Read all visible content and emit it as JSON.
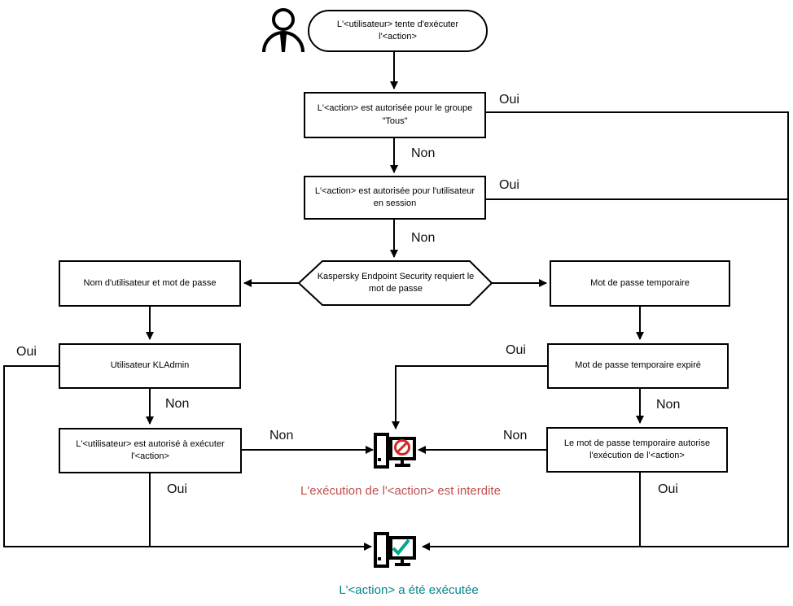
{
  "diagram": {
    "nodes": {
      "start": "L'<utilisateur> tente d'exécuter l'<action>",
      "group_check": "L'<action> est autorisée pour le groupe \"Tous\"",
      "session_check": "L'<action> est autorisée pour l'utilisateur en session",
      "password_required": "Kaspersky Endpoint Security requiert le mot de passe",
      "username_password": "Nom d'utilisateur et mot de passe",
      "temp_password": "Mot de passe temporaire",
      "kladmin": "Utilisateur KLAdmin",
      "temp_expired": "Mot de passe temporaire expiré",
      "user_authorized": "L'<utilisateur> est autorisé à exécuter l'<action>",
      "temp_authorizes": "Le mot de passe temporaire autorise l'exécution de l'<action>"
    },
    "edge_labels": {
      "group_yes": "Oui",
      "group_no": "Non",
      "session_yes": "Oui",
      "session_no": "Non",
      "kladmin_yes": "Oui",
      "kladmin_no": "Non",
      "user_auth_no": "Non",
      "user_auth_yes": "Oui",
      "temp_expired_yes": "Oui",
      "temp_expired_no": "Non",
      "temp_auth_no": "Non",
      "temp_auth_yes": "Oui"
    },
    "outcomes": {
      "forbidden": "L'exécution de l'<action> est interdite",
      "executed": "L'<action> a été exécutée"
    },
    "colors": {
      "line": "#000000",
      "forbidden_text": "#c0504d",
      "prohibition_sign": "#cc2d23",
      "success_text": "#00858d",
      "checkmark": "#00a88e"
    },
    "icons": [
      "user-icon",
      "blocked-computer-icon",
      "success-computer-icon"
    ]
  }
}
